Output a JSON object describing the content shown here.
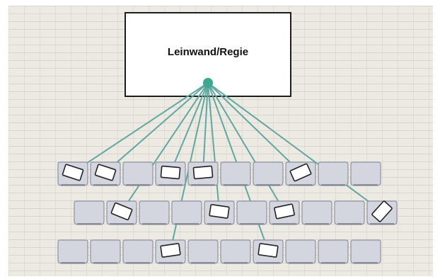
{
  "screen": {
    "label": "Leinwand/Regie"
  },
  "colors": {
    "hub": "#3aa892",
    "connection": "#5fa8a0",
    "seat_fill": "#d3d6de",
    "seat_stroke": "#8e93a2",
    "device_fill": "#ffffff",
    "device_stroke": "#222222"
  },
  "seating": {
    "rows": [
      {
        "row": 1,
        "seat_count": 10,
        "occupied_seats": [
          1,
          2,
          4,
          5,
          8
        ]
      },
      {
        "row": 2,
        "seat_count": 10,
        "occupied_seats": [
          2,
          5,
          7,
          10
        ]
      },
      {
        "row": 3,
        "seat_count": 10,
        "occupied_seats": [
          4,
          7
        ]
      }
    ]
  }
}
